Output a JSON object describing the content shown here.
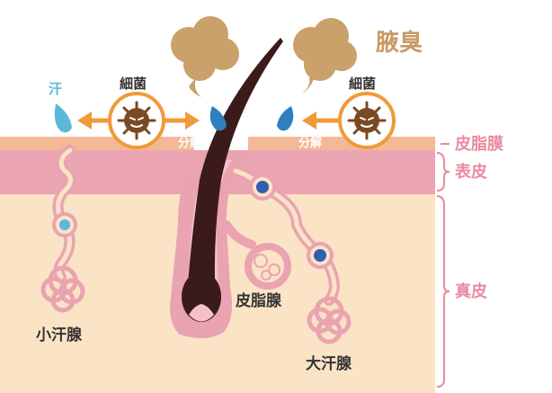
{
  "labels": {
    "odor": "腋臭",
    "sweat": "汗",
    "bacteria_left": "細菌",
    "bacteria_right": "細菌",
    "decompose_left": "分解",
    "decompose_right": "分解",
    "sebum_film": "皮脂膜",
    "epidermis": "表皮",
    "dermis": "真皮",
    "eccrine": "小汗腺",
    "sebaceous": "皮脂腺",
    "apocrine": "大汗腺"
  },
  "colors": {
    "sebum_film": "#f3b996",
    "epidermis": "#eca5b2",
    "dermis": "#fbe3c6",
    "hair": "#3b1a1a",
    "gland_stroke": "#eaa3b1",
    "gland_fill": "#fbe3c6",
    "odor_cloud": "#caa06b",
    "odor_text": "#c99a65",
    "arrow": "#f09a3a",
    "bacteria": "#7a4a22",
    "droplet": "#2f7fc2",
    "sweat_light": "#5ab8da",
    "bracket": "#e98aa0"
  },
  "icons": {
    "bacteria": "bacteria-icon",
    "droplet": "sweat-droplet-icon",
    "cloud": "odor-cloud-icon"
  }
}
